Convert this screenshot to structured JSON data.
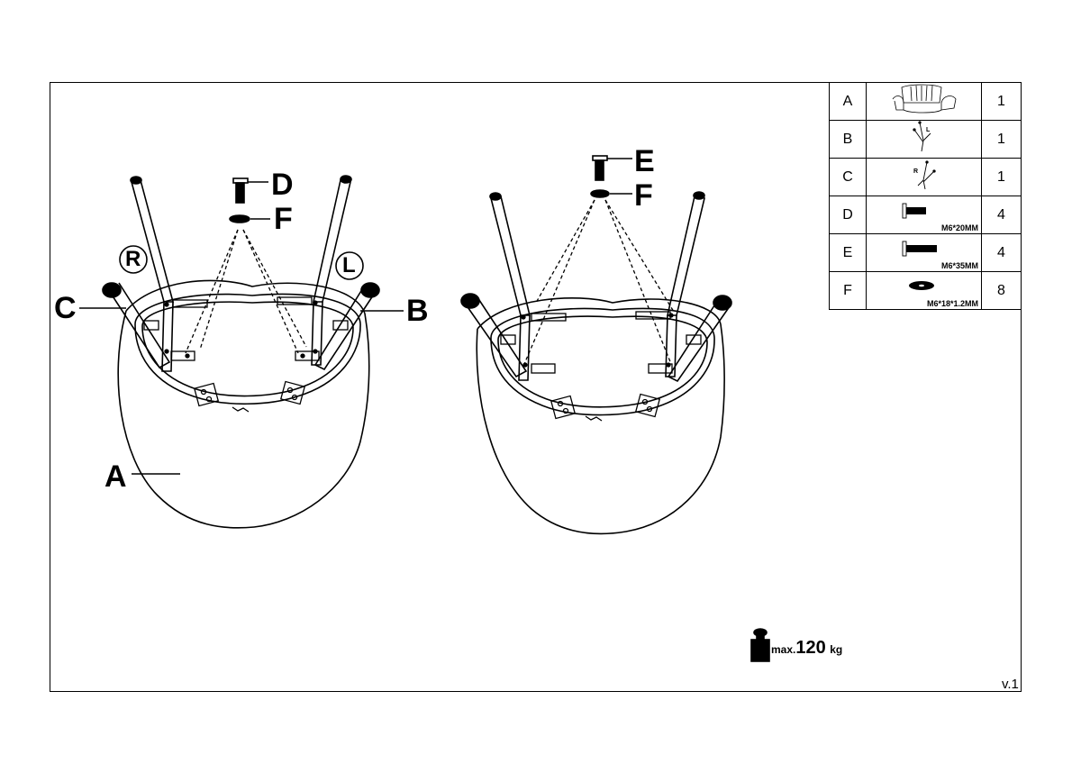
{
  "callouts": {
    "left": {
      "c": "C",
      "a": "A",
      "b": "B",
      "d": "D",
      "f": "F",
      "r": "R",
      "l": "L"
    },
    "right": {
      "e": "E",
      "f": "F"
    }
  },
  "parts": [
    {
      "id": "A",
      "qty": "1",
      "icon": "chair-seat-icon",
      "spec": ""
    },
    {
      "id": "B",
      "qty": "1",
      "icon": "leg-left-icon",
      "spec": "",
      "mark": "L"
    },
    {
      "id": "C",
      "qty": "1",
      "icon": "leg-right-icon",
      "spec": "",
      "mark": "R"
    },
    {
      "id": "D",
      "qty": "4",
      "icon": "bolt-short-icon",
      "spec": "M6*20MM"
    },
    {
      "id": "E",
      "qty": "4",
      "icon": "bolt-long-icon",
      "spec": "M6*35MM"
    },
    {
      "id": "F",
      "qty": "8",
      "icon": "washer-icon",
      "spec": "M6*18*1.2MM"
    }
  ],
  "max_load": {
    "prefix": "max.",
    "value": "120",
    "unit": "kg",
    "icon": "weight-icon"
  },
  "version": "v.1"
}
